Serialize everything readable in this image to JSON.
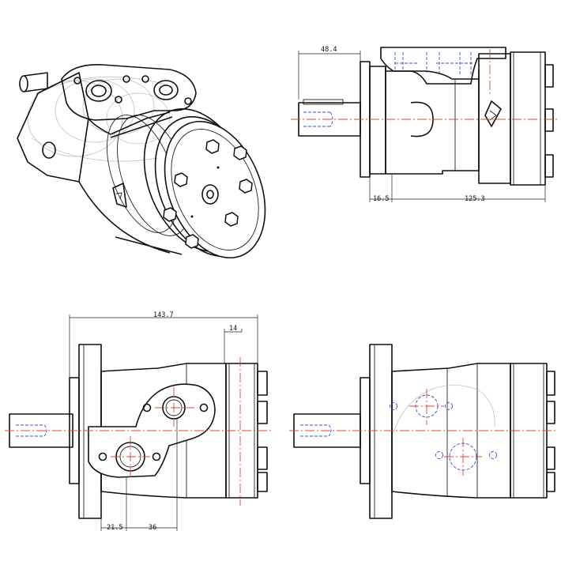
{
  "dimensions": {
    "side_shaft_length": "48.4",
    "side_flange_width": "16.5",
    "side_body_length": "125.3",
    "front_overall_length": "143.7",
    "front_cap_width": "14",
    "front_port_offset": "21.5",
    "front_port_spacing": "36"
  },
  "colors": {
    "outline": "#111111",
    "centerline": "#e0443a",
    "hidden_line": "#3a4fd0",
    "background": "#ffffff"
  },
  "icons": {
    "brand_logo": "brand-logo-icon"
  }
}
